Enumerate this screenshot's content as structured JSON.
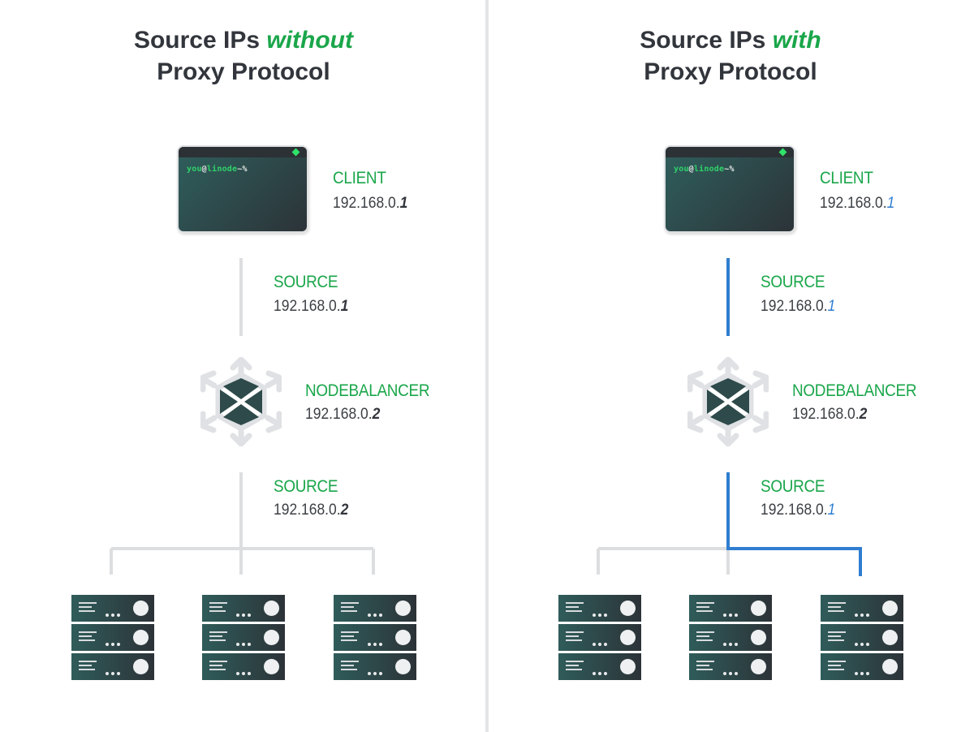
{
  "left": {
    "title_line1_prefix": "Source IPs ",
    "title_line1_emph": "without",
    "title_line2": "Proxy Protocol",
    "client": {
      "label": "CLIENT",
      "ip_prefix": "192.168.0.",
      "ip_last": "1"
    },
    "source_top": {
      "label": "SOURCE",
      "ip_prefix": "192.168.0.",
      "ip_last": "1"
    },
    "nodebalancer": {
      "label": "NODEBALANCER",
      "ip_prefix": "192.168.0.",
      "ip_last": "2"
    },
    "source_bottom": {
      "label": "SOURCE",
      "ip_prefix": "192.168.0.",
      "ip_last": "2"
    }
  },
  "right": {
    "title_line1_prefix": "Source IPs ",
    "title_line1_emph": "with",
    "title_line2": "Proxy Protocol",
    "client": {
      "label": "CLIENT",
      "ip_prefix": "192.168.0.",
      "ip_last": "1"
    },
    "source_top": {
      "label": "SOURCE",
      "ip_prefix": "192.168.0.",
      "ip_last": "1"
    },
    "nodebalancer": {
      "label": "NODEBALANCER",
      "ip_prefix": "192.168.0.",
      "ip_last": "2"
    },
    "source_bottom": {
      "label": "SOURCE",
      "ip_prefix": "192.168.0.",
      "ip_last": "1"
    }
  },
  "terminal": {
    "prompt_user": "you",
    "prompt_at": "@",
    "prompt_host": "linode",
    "prompt_suffix": "~%"
  },
  "colors": {
    "green": "#1aa64a",
    "blue": "#2f7ed0",
    "gray_line": "#dcdee0",
    "dark": "#32363c"
  },
  "icons": [
    "terminal-icon",
    "nodebalancer-icon",
    "server-rack-icon"
  ]
}
